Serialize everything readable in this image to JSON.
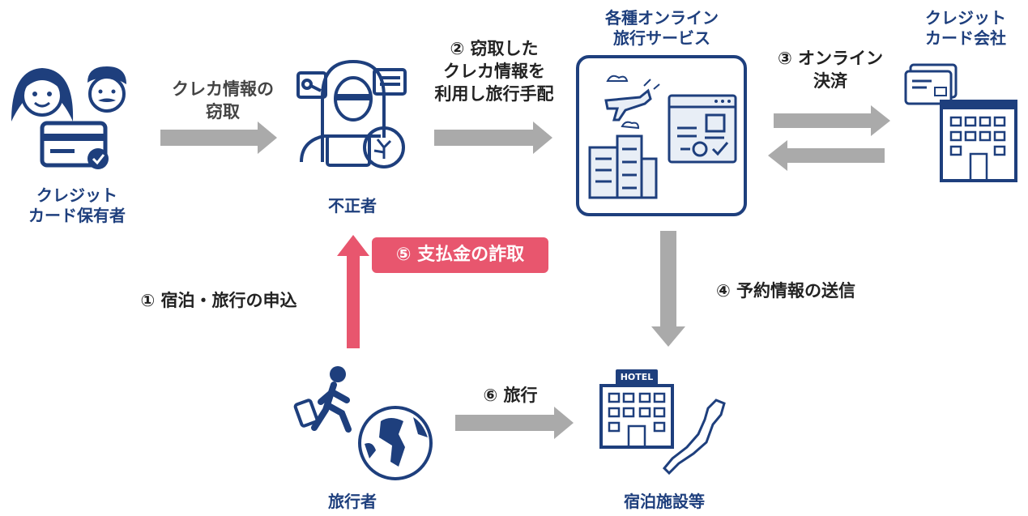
{
  "labels": {
    "cardholder": "クレジット\nカード保有者",
    "fraudster": "不正者",
    "online_services": "各種オンライン\n旅行サービス",
    "card_company": "クレジット\nカード会社",
    "traveler": "旅行者",
    "accommodation": "宿泊施設等"
  },
  "steps": {
    "theft": "クレカ情報の\n窃取",
    "step1": "① 宿泊・旅行の申込",
    "step2": "② 窃取した\nクレカ情報を\n利用し旅行手配",
    "step3": "③ オンライン\n決済",
    "step4": "④ 予約情報の送信",
    "step5": "⑤ 支払金の詐取",
    "step6": "⑥ 旅行"
  },
  "hotel_sign": "HOTEL",
  "colors": {
    "navy": "#1e3f7d",
    "arrow_gray": "#aaaaaa",
    "alert_pink": "#e8566e"
  }
}
